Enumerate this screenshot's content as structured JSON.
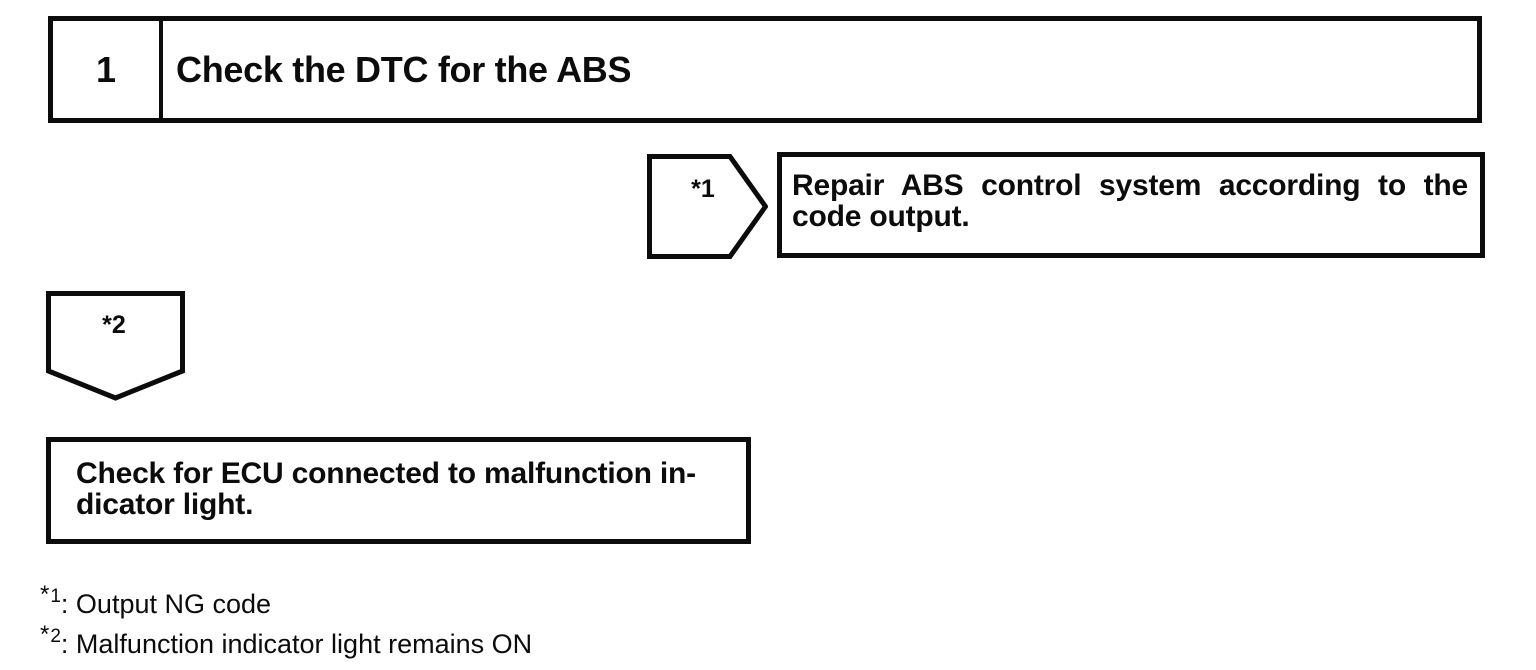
{
  "page": {
    "background_color": "#ffffff",
    "ink_color": "#0c0c0c"
  },
  "step_header": {
    "number": "1",
    "title": "Check the DTC for the ABS"
  },
  "flow": {
    "connector_1": {
      "label": "*1",
      "shape": "pentagon-right"
    },
    "repair_box": {
      "lines": {
        "0": "Repair ABS control system according to the",
        "1": "code output."
      }
    },
    "connector_2": {
      "label": "*2",
      "shape": "pentagon-down"
    },
    "ecu_box": {
      "lines": {
        "0": "Check for ECU connected to malfunction in-",
        "1": "dicator light."
      }
    }
  },
  "footnotes": [
    {
      "symbol": "*",
      "sup": "1",
      "label": ": Output NG code"
    },
    {
      "symbol": "*",
      "sup": "2",
      "label": ": Malfunction indicator light remains ON"
    }
  ]
}
